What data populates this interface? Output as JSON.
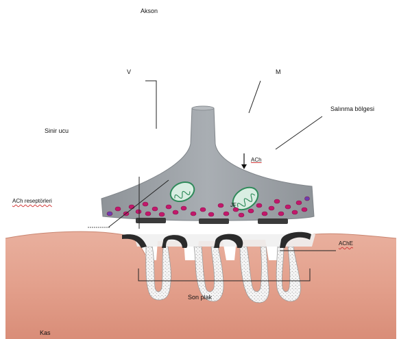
{
  "labels": {
    "akson": "Akson",
    "v": "V",
    "m": "M",
    "salinma": "Salınma  bölgesi",
    "sinir_ucu": "Sinir ucu",
    "ach": "ACh",
    "ach_reseptorleri": "ACh reseptörleri",
    "jf": "JF",
    "ache": "AChE",
    "son_plak": "Son plak",
    "kas": "Kas"
  },
  "colors": {
    "nerve_terminal": "#9ea3a8",
    "muscle": "#e6a896",
    "vesicle": "#c2186b",
    "mitochondria": "#2f8a5a",
    "ache_cap": "#2b2b2b",
    "cleft": "#ededed"
  }
}
